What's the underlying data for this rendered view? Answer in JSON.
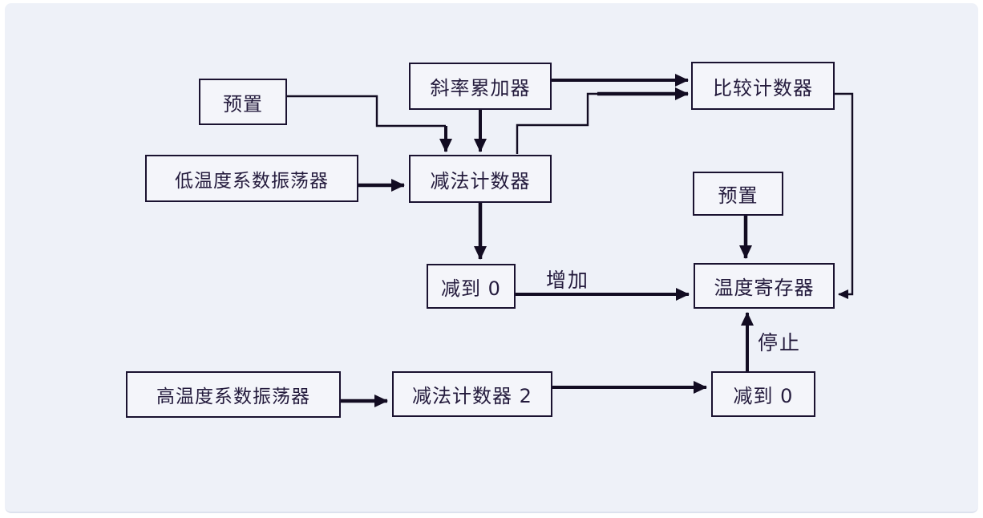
{
  "diagram": {
    "type": "block-diagram",
    "description": "Temperature measurement principle block diagram",
    "nodes": {
      "preset_top": {
        "label": "预置"
      },
      "slope_accumulator": {
        "label": "斜率累加器"
      },
      "compare_counter": {
        "label": "比较计数器"
      },
      "low_temp_oscillator": {
        "label": "低温度系数振荡器"
      },
      "sub_counter_1": {
        "label": "减法计数器"
      },
      "preset_right": {
        "label": "预置"
      },
      "reduce_to_zero_1": {
        "label": "减到 0"
      },
      "temp_register": {
        "label": "温度寄存器"
      },
      "high_temp_oscillator": {
        "label": "高温度系数振荡器"
      },
      "sub_counter_2": {
        "label": "减法计数器 2"
      },
      "reduce_to_zero_2": {
        "label": "减到 0"
      }
    },
    "edge_labels": {
      "increase": "增加",
      "stop": "停止"
    },
    "edges": [
      {
        "from": "preset_top",
        "to": "sub_counter_1",
        "label": ""
      },
      {
        "from": "slope_accumulator",
        "to": "sub_counter_1",
        "label": ""
      },
      {
        "from": "slope_accumulator",
        "to": "compare_counter",
        "label": ""
      },
      {
        "from": "sub_counter_1",
        "to": "compare_counter",
        "label": ""
      },
      {
        "from": "compare_counter",
        "to": "temp_register",
        "label": ""
      },
      {
        "from": "low_temp_oscillator",
        "to": "sub_counter_1",
        "label": ""
      },
      {
        "from": "sub_counter_1",
        "to": "reduce_to_zero_1",
        "label": ""
      },
      {
        "from": "reduce_to_zero_1",
        "to": "temp_register",
        "label": "增加"
      },
      {
        "from": "preset_right",
        "to": "temp_register",
        "label": ""
      },
      {
        "from": "high_temp_oscillator",
        "to": "sub_counter_2",
        "label": ""
      },
      {
        "from": "sub_counter_2",
        "to": "reduce_to_zero_2",
        "label": ""
      },
      {
        "from": "reduce_to_zero_2",
        "to": "temp_register",
        "label": "停止"
      }
    ],
    "colors": {
      "page_bg": "#ffffff",
      "canvas_bg": "#eef1f8",
      "box_fill": "#f4f5fa",
      "box_border": "#1a1230",
      "line": "#120c22",
      "text": "#241b3d"
    }
  }
}
